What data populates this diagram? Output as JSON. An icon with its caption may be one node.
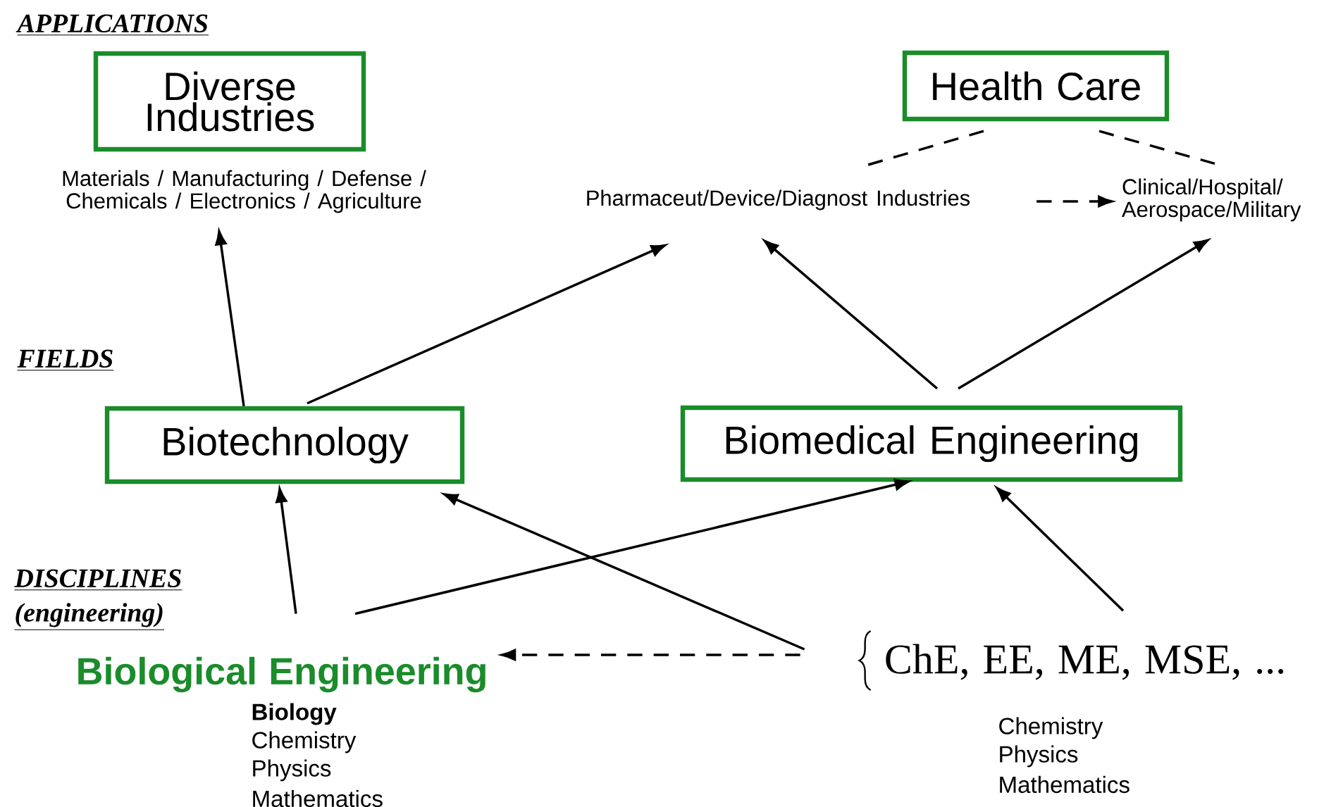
{
  "diagram": {
    "nodes": [
      {
        "text": [
          "Diverse Industries"
        ]
      },
      {
        "text": [
          "Materials / Manufacturing / Defense / Chemicals / Electronics / Agriculture"
        ]
      },
      {
        "text": [
          "Health Care"
        ]
      },
      {
        "text": [
          "Pharmaceut/Device/Diagnost Industries"
        ]
      },
      {
        "text": [
          "Clinical/Hospital/ Aerospace/Military"
        ]
      },
      {
        "text": [
          "Biotechnology"
        ]
      },
      {
        "text": [
          "Biomedical Engineering"
        ]
      },
      {
        "text": [
          "Biological Engineering"
        ],
        "beside": [
          "Biology",
          "Chemistry",
          "Physics",
          "Mathematics"
        ]
      },
      {
        "text": [
          "ChE, EE, ME, MSE, ..."
        ],
        "beside": [
          "Chemistry",
          "Physics",
          "Mathematics"
        ]
      }
    ],
    "edges": [
      {
        "from": 5,
        "to": 1,
        "arrow": "to"
      },
      {
        "from": 5,
        "to": 3,
        "arrow": "to"
      },
      {
        "from": 6,
        "to": 3,
        "arrow": "to"
      },
      {
        "from": 6,
        "to": 4,
        "arrow": "to"
      },
      {
        "from": 2,
        "to": 3,
        "arrow": "none",
        "style": "dashed"
      },
      {
        "from": 2,
        "to": 4,
        "arrow": "none",
        "style": "dashed"
      },
      {
        "from": 3,
        "to": 4,
        "arrow": "to",
        "style": "dashed"
      },
      {
        "from": 7,
        "to": 5,
        "arrow": "to"
      },
      {
        "from": 7,
        "to": 6,
        "arrow": "to"
      },
      {
        "from": 8,
        "to": 5,
        "arrow": "to"
      },
      {
        "from": 8,
        "to": 6,
        "arrow": "to"
      },
      {
        "from": 8,
        "to": 7,
        "arrow": "to",
        "style": "dashed"
      }
    ],
    "labels": [
      "APPLICATIONS",
      "FIELDS",
      "DISCIPLINES",
      "(engineering)"
    ]
  }
}
